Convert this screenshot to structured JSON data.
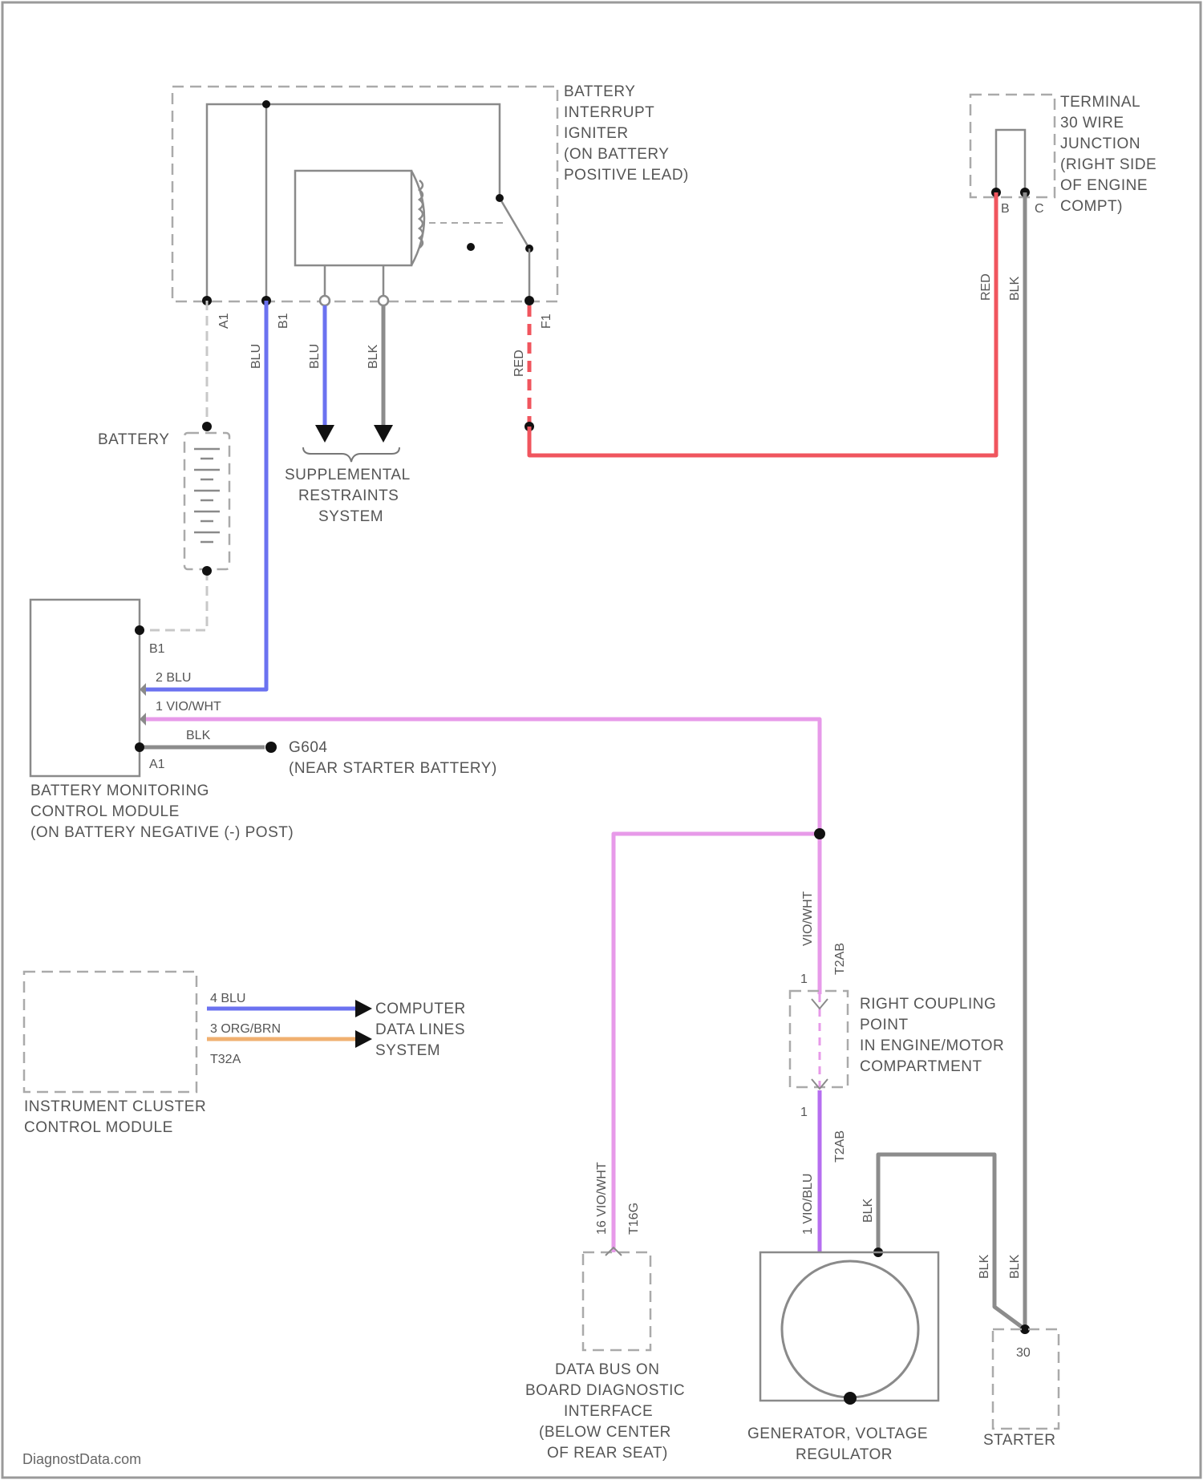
{
  "colors": {
    "blu": "#6b72f0",
    "red": "#f0555e",
    "violet": "#e79ae9",
    "violet_dark": "#b66ef0",
    "gry": "#8c8c8c",
    "org": "#f0b070",
    "ground": "#c8c8c8",
    "frame": "#9a9a9a"
  },
  "components": {
    "battery_interrupt": [
      "BATTERY",
      "INTERRUPT",
      "IGNITER",
      "(ON BATTERY",
      "POSITIVE LEAD)"
    ],
    "terminal30": [
      "TERMINAL",
      "30 WIRE",
      "JUNCTION",
      "(RIGHT SIDE",
      "OF ENGINE",
      "COMPT)"
    ],
    "battery": "BATTERY",
    "srs": [
      "SUPPLEMENTAL",
      "RESTRAINTS",
      "SYSTEM"
    ],
    "bmcm": [
      "BATTERY MONITORING",
      "CONTROL MODULE",
      "(ON BATTERY NEGATIVE (-) POST)"
    ],
    "ground": [
      "G604",
      "(NEAR STARTER BATTERY)"
    ],
    "icm": [
      "INSTRUMENT CLUSTER",
      "CONTROL MODULE"
    ],
    "cdl": [
      "COMPUTER",
      "DATA LINES",
      "SYSTEM"
    ],
    "coupling": [
      "RIGHT COUPLING",
      "POINT",
      "IN ENGINE/MOTOR",
      "COMPARTMENT"
    ],
    "dlc": [
      "DATA BUS ON",
      "BOARD DIAGNOSTIC",
      "INTERFACE",
      "(BELOW CENTER",
      "OF REAR SEAT)"
    ],
    "generator": [
      "GENERATOR, VOLTAGE",
      "REGULATOR"
    ],
    "starter": "STARTER"
  },
  "wire_labels": {
    "blu_a": "BLU",
    "blu_b": "BLU",
    "blk_a": "BLK",
    "red_a": "RED",
    "red_b": "RED",
    "blk_b": "BLK",
    "bmcm_pin2": "2  BLU",
    "bmcm_pin1": "1  VIO/WHT",
    "bmcm_blk": "BLK",
    "icm_pin4": "4  BLU",
    "icm_pin3": "3  ORG/BRN",
    "icm_code": "T32A",
    "upper_vio": "VIO/WHT",
    "upper_code": "T2AB",
    "lower_vio": "1  VIO/BLU",
    "lower_code": "T2AB",
    "dlc_vio": "16  VIO/WHT",
    "dlc_code": "T16G",
    "gen_blk": "BLK",
    "st_blk_a": "BLK",
    "st_blk_b": "BLK"
  },
  "pins": {
    "a1": "A1",
    "b1": "B1",
    "f1": "F1",
    "t30_b": "B",
    "t30_c": "C",
    "bmcm_b1": "B1",
    "bmcm_a1": "A1",
    "cp_top": "1",
    "cp_bot": "1",
    "starter_30": "30"
  },
  "watermark": "DiagnostData.com"
}
